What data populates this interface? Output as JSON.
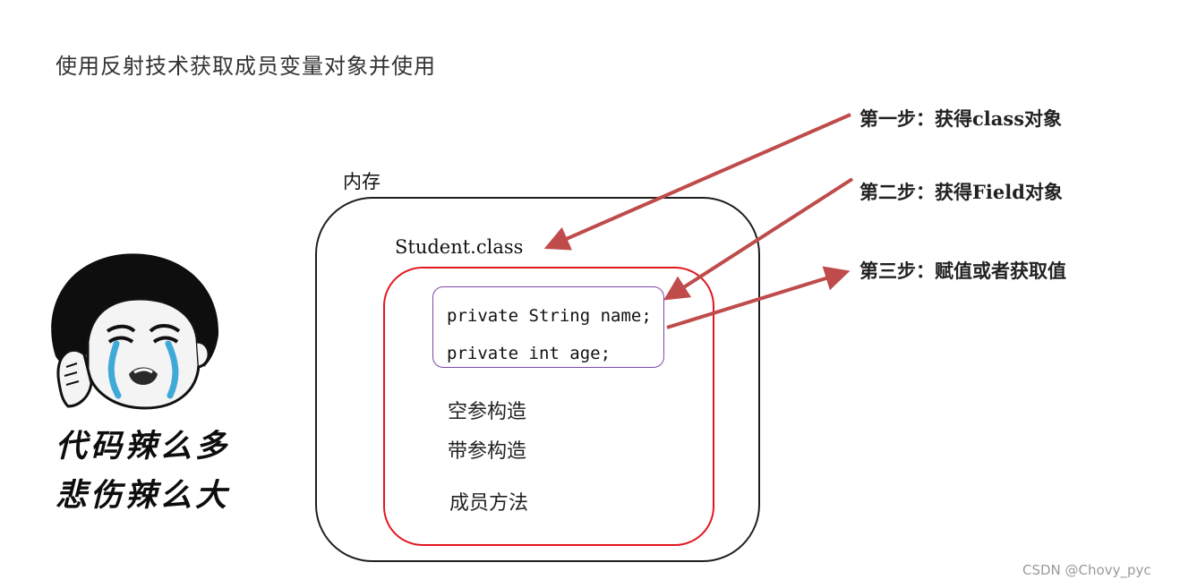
{
  "title": "使用反射技术获取成员变量对象并使用",
  "memory": {
    "label": "内存",
    "class_name": "Student.class",
    "fields": [
      "private String name;",
      "private int age;"
    ],
    "members": [
      "空参构造",
      "带参构造",
      "成员方法"
    ]
  },
  "steps": [
    "第一步：获得class对象",
    "第二步：获得Field对象",
    "第三步：赋值或者获取值"
  ],
  "meme": {
    "caption_lines": [
      "代码辣么多",
      "悲伤辣么大"
    ]
  },
  "watermark": "CSDN @Chovy_pyc",
  "colors": {
    "arrow": "#bf4b4b",
    "class_box": "#e3161f",
    "field_box": "#7a4aa8",
    "memory_box": "#1e1e1e"
  }
}
